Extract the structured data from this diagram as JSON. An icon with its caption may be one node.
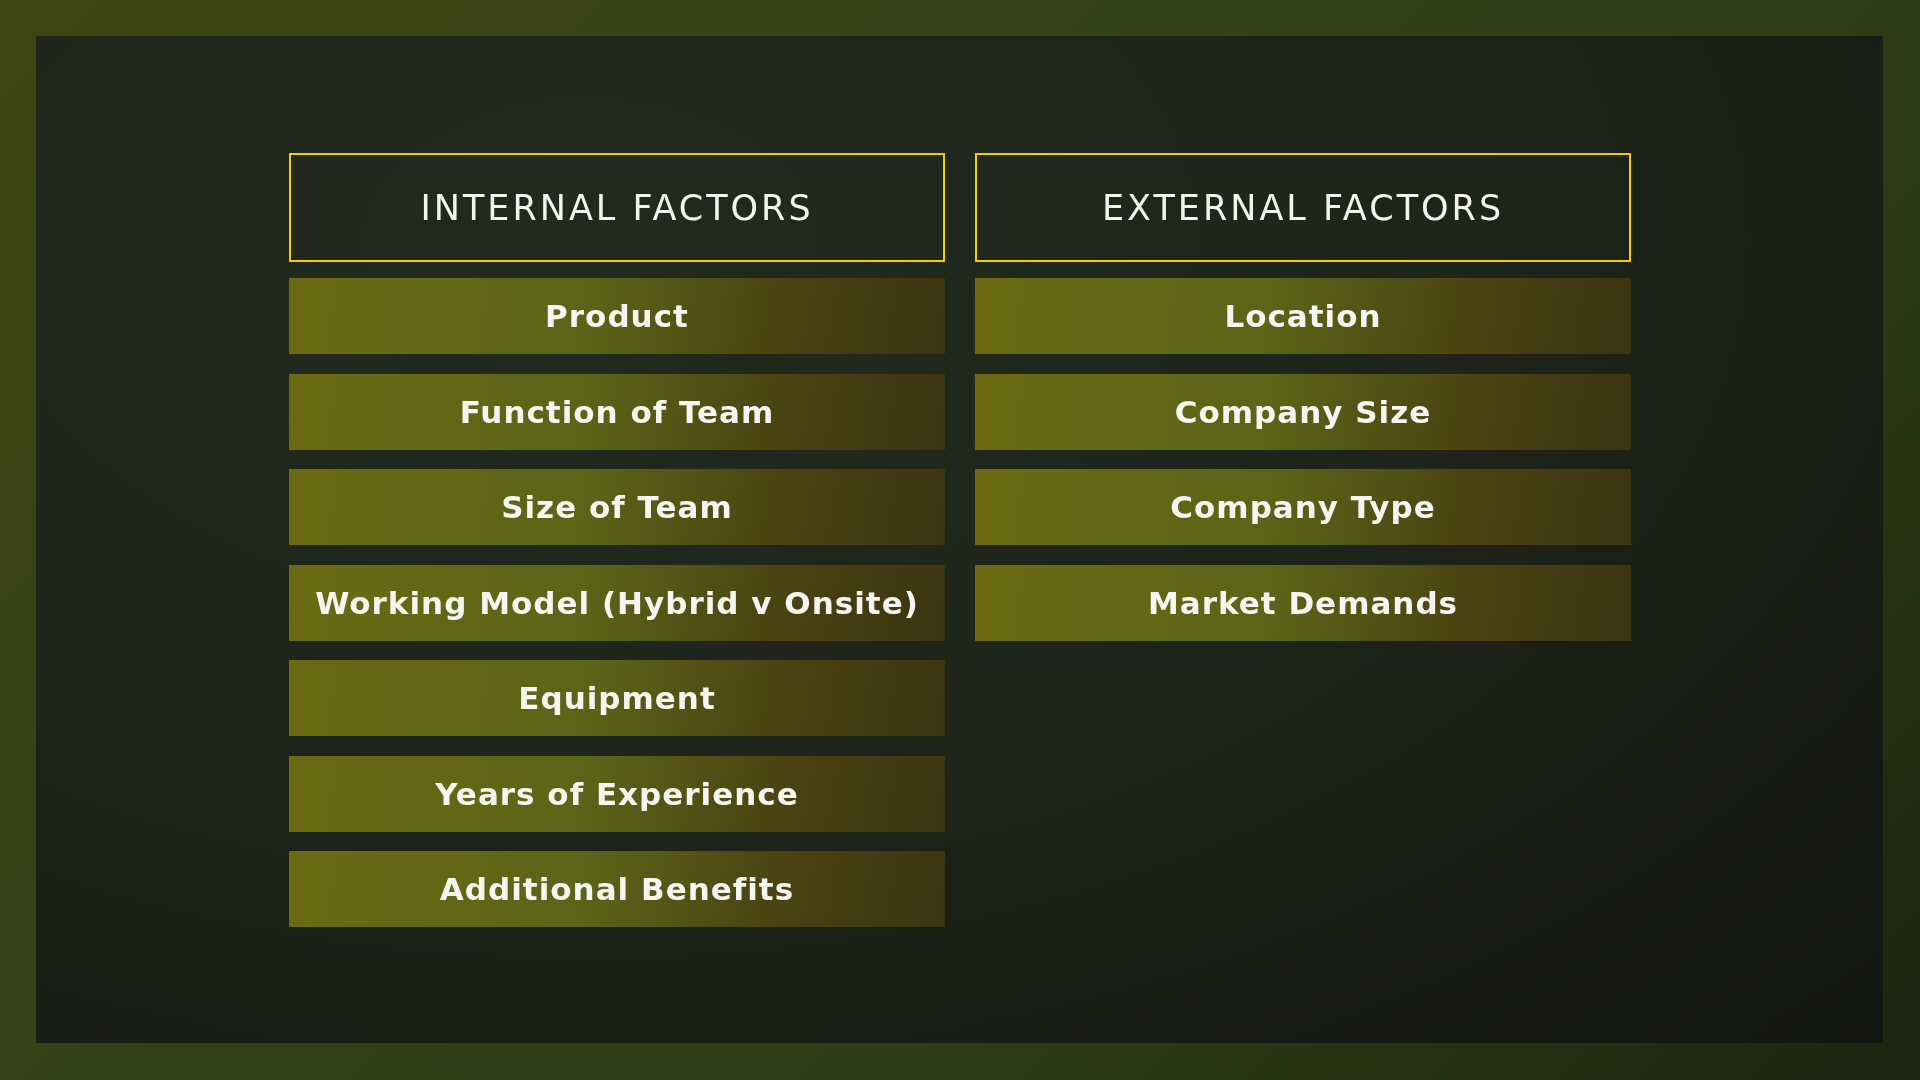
{
  "diagram": {
    "nodes": [
      {
        "text": [
          "INTERNAL FACTORS"
        ]
      },
      {
        "text": [
          "Product"
        ]
      },
      {
        "text": [
          "Function of Team"
        ]
      },
      {
        "text": [
          "Size of Team"
        ]
      },
      {
        "text": [
          "Working Model (Hybrid v Onsite)"
        ]
      },
      {
        "text": [
          "Equipment"
        ]
      },
      {
        "text": [
          "Years of Experience"
        ]
      },
      {
        "text": [
          "Additional Benefits"
        ]
      },
      {
        "text": [
          "EXTERNAL FACTORS"
        ]
      },
      {
        "text": [
          "Location"
        ]
      },
      {
        "text": [
          "Company Size"
        ]
      },
      {
        "text": [
          "Company Type"
        ]
      },
      {
        "text": [
          "Market Demands"
        ]
      }
    ],
    "edges": []
  }
}
